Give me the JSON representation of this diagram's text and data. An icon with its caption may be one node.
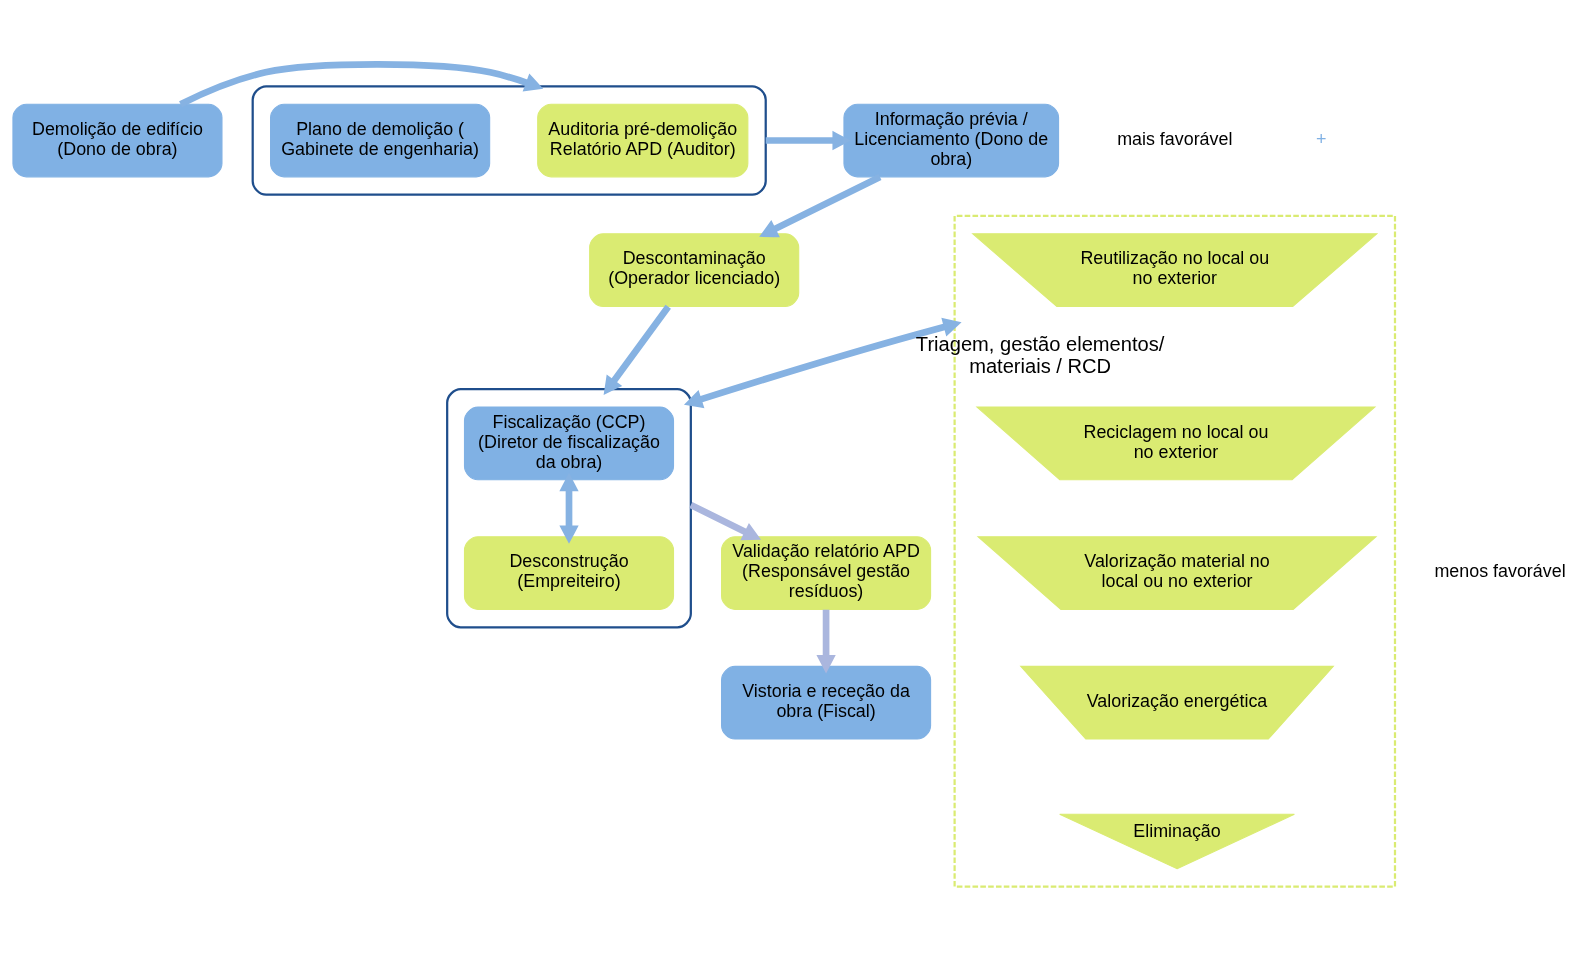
{
  "diagram": {
    "nodes": [
      {
        "text": [
          "Demolição de edifício (Dono de obra)"
        ]
      },
      {
        "text": [],
        "shape": "box"
      },
      {
        "text": [
          "Auditoria pré-demolição Relatório APD (Auditor)"
        ],
        "in": 1
      },
      {
        "text": [
          "Plano de demolição ( Gabinete de engenharia)"
        ],
        "in": 1
      },
      {
        "text": [
          "Informação prévia / Licenciamento (Dono de obra)"
        ]
      },
      {
        "text": [
          "Descontaminação (Operador licenciado)"
        ]
      },
      {
        "text": [],
        "shape": "box"
      },
      {
        "text": [
          "Fiscalização (CCP) (Diretor de fiscalização da obra)"
        ],
        "in": 6
      },
      {
        "text": [
          "Desconstrução (Empreiteiro)"
        ],
        "in": 6
      },
      {
        "text": [
          "Validação relatório APD (Responsável gestão resíduos)"
        ]
      },
      {
        "text": [
          "Vistoria e receção da obra (Fiscal)"
        ]
      },
      {
        "text": [],
        "shape": "triangle"
      },
      {
        "text": [
          "Reutilização no local ou no exterior"
        ],
        "in": 11
      },
      {
        "text": [
          "Reciclagem no local ou  no exterior"
        ],
        "in": 11
      },
      {
        "text": [
          "Valorização material no local ou no exterior"
        ],
        "in": 11
      },
      {
        "text": [
          "Valorização energética"
        ],
        "in": 11
      },
      {
        "text": [
          "Eliminação"
        ],
        "in": 11
      }
    ],
    "edges": [
      {
        "from": 0,
        "to": 1,
        "arrow": "to"
      },
      {
        "from": 1,
        "to": 4,
        "arrow": "to"
      },
      {
        "from": 4,
        "to": 5,
        "arrow": "to"
      },
      {
        "from": 5,
        "to": 6,
        "arrow": "to"
      },
      {
        "from": 7,
        "to": 8,
        "arrow": "both"
      },
      {
        "from": 11,
        "to": 6,
        "arrow": "both",
        "label": "Triagem, gestão elementos/ materiais / RCD"
      },
      {
        "from": 6,
        "to": 9,
        "arrow": "to",
        "color": "#aab6de"
      },
      {
        "from": 9,
        "to": 10,
        "arrow": "to",
        "color": "#aab6de"
      }
    ],
    "labels": [
      "+",
      "mais favorável",
      "menos favorável"
    ]
  }
}
